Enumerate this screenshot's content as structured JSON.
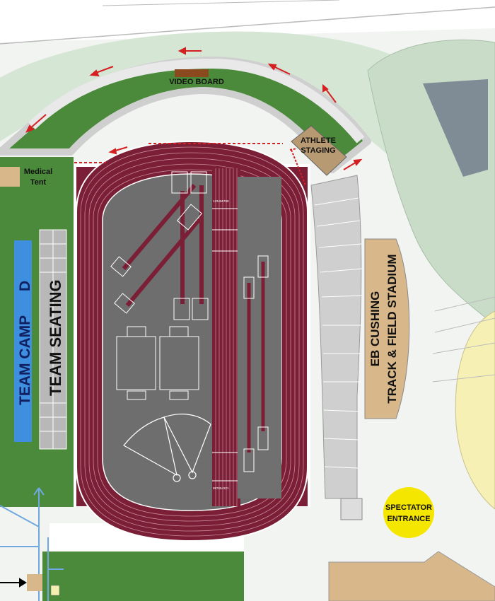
{
  "map": {
    "labels": {
      "video_board": "VIDEO BOARD",
      "athlete_staging_1": "ATHLETE",
      "athlete_staging_2": "STAGING",
      "medical_tent_1": "Medical",
      "medical_tent_2": "Tent",
      "team_camp": "TEAM CAMP",
      "team_camp_letter": "D",
      "team_seating": "TEAM SEATING",
      "stadium_line1": "EB CUSHING",
      "stadium_line2": "TRACK & FIELD STADIUM",
      "spectator_entrance_1": "SPECTATOR",
      "spectator_entrance_2": "ENTRANCE",
      "lane_numbers_top": "123456789",
      "lane_numbers_bottom": "987654321"
    },
    "colors": {
      "grass": "#4a8a3a",
      "light_grass": "#d6e6d5",
      "track": "#7a1f35",
      "infield": "#6e6e6e",
      "team_camp": "#3f8fe0",
      "stadium_building": "#d8b88a",
      "stands": "#cfcfcf",
      "spectator_circle": "#f5e600",
      "flow_arrows": "#d42020",
      "pond": "#7f8c96",
      "yellow_field": "#f7f0b5"
    }
  }
}
